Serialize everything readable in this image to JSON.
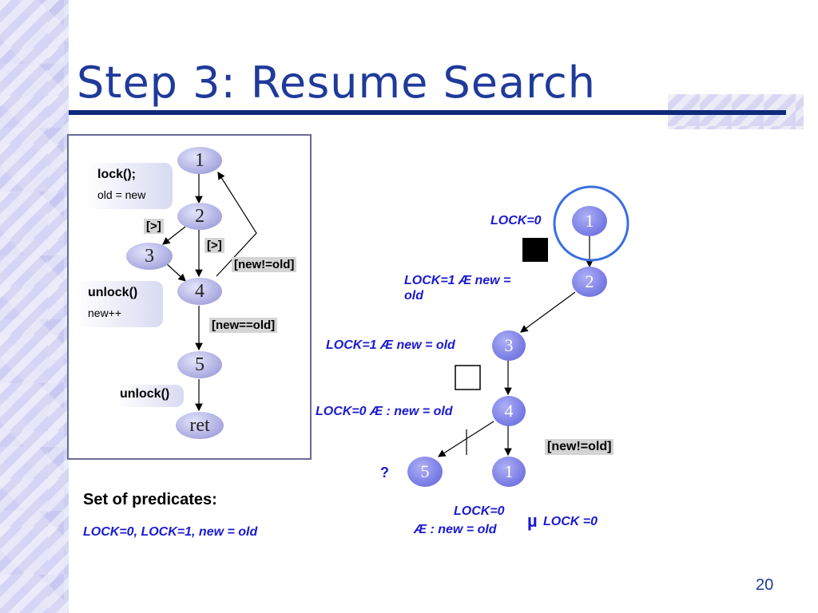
{
  "slide": {
    "title": "Step 3: Resume Search",
    "page_number": "20"
  },
  "cfg": {
    "nodes": [
      "1",
      "2",
      "3",
      "4",
      "5",
      "ret"
    ],
    "box_lock_line1": "lock();",
    "box_lock_line2": "old = new",
    "box_unlock_line1": "unlock()",
    "box_unlock_line2": "new++",
    "box_unlock2": "unlock()",
    "tag_gt1": "[>]",
    "tag_gt2": "[>]",
    "tag_neq": "[new!=old]",
    "tag_eq": "[new==old]"
  },
  "tree": {
    "nodes": [
      "1",
      "2",
      "3",
      "4",
      "5",
      "1"
    ],
    "lock0_top": "LOCK=0",
    "lock1_newold_a_line1": "LOCK=1 Æ new =",
    "lock1_newold_a_line2": "old",
    "lock1_newold_b": "LOCK=1 Æ new = old",
    "lock0_notnew": "LOCK=0 Æ : new = old",
    "tag_neq": "[new!=old]",
    "question": "?",
    "bottom_line1": "LOCK=0",
    "bottom_line2": "Æ : new = old",
    "mu_symbol": "µ",
    "mu_rhs": "LOCK =0"
  },
  "predicates": {
    "heading": "Set of predicates:",
    "list": "LOCK=0, LOCK=1, new = old"
  },
  "colors": {
    "title": "#1f3a9a",
    "predicate_text": "#1a1ad0",
    "node_fill": "#7c7fe6",
    "highlight_circle": "#3b6fe0"
  }
}
